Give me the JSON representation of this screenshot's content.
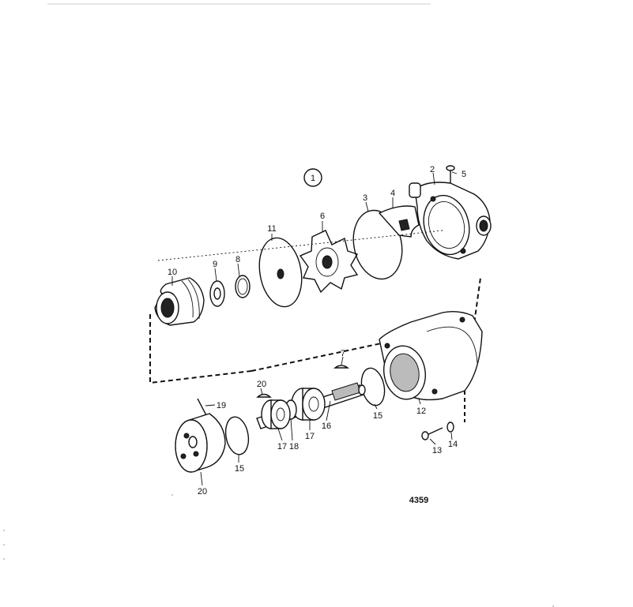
{
  "diagram": {
    "view_number": "1",
    "drawing_number": "4359",
    "callouts": [
      "1",
      "2",
      "3",
      "4",
      "5",
      "6",
      "7",
      "8",
      "9",
      "10",
      "11",
      "12",
      "13",
      "14",
      "15",
      "15",
      "16",
      "17",
      "17",
      "18",
      "19",
      "20",
      "20"
    ]
  }
}
